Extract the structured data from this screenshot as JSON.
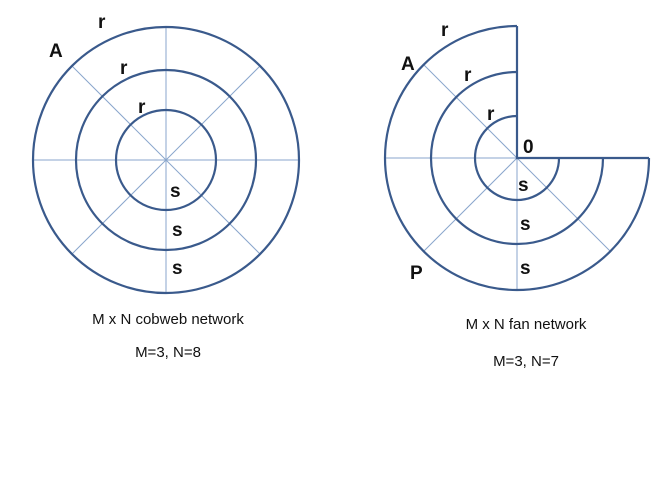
{
  "cobweb": {
    "title": "M x N cobweb network",
    "params": "M=3, N=8",
    "labels": {
      "a": "A",
      "r1": "r",
      "r2": "r",
      "r3": "r",
      "s1": "s",
      "s2": "s",
      "s3": "s"
    }
  },
  "fan": {
    "title": "M x N fan network",
    "params": "M=3, N=7",
    "labels": {
      "a": "A",
      "p": "P",
      "zero": "0",
      "r1": "r",
      "r2": "r",
      "r3": "r",
      "s1": "s",
      "s2": "s",
      "s3": "s"
    }
  },
  "colors": {
    "ring": "#3a5a8c",
    "spoke": "#8aa6cc"
  }
}
